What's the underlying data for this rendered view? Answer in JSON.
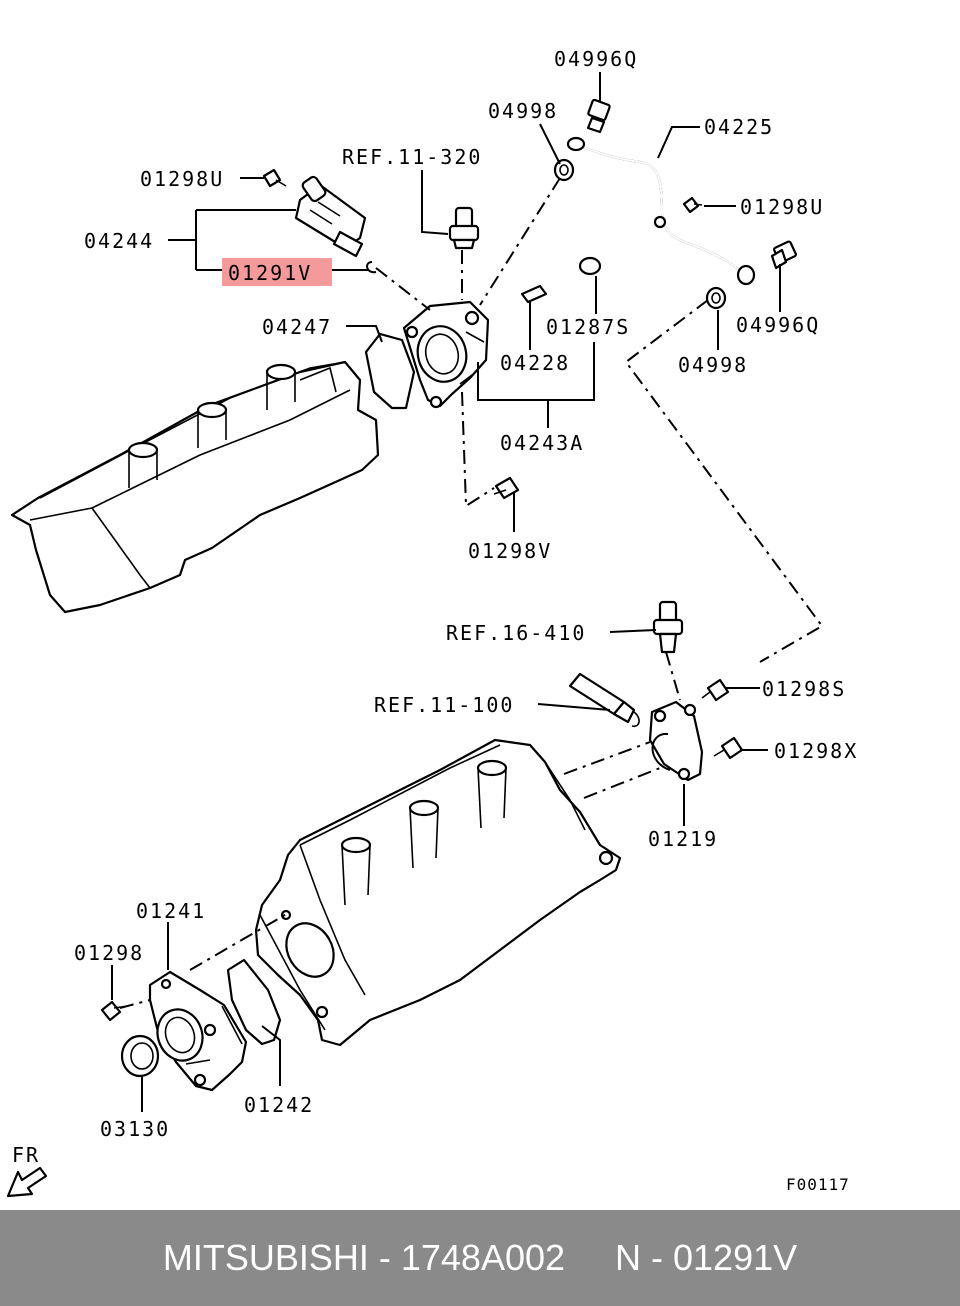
{
  "labels": {
    "p04996q_top": "04996Q",
    "p04998_top": "04998",
    "p04225": "04225",
    "ref_11_320": "REF.11-320",
    "p01298u_left": "01298U",
    "p01298u_right": "01298U",
    "p04244": "04244",
    "p01291v": "01291V",
    "p04996q_right": "04996Q",
    "p04247": "04247",
    "p01287s": "01287S",
    "p04228": "04228",
    "p04998_right": "04998",
    "p04243a": "04243A",
    "p01298v": "01298V",
    "ref_16_410": "REF.16-410",
    "p01298s": "01298S",
    "ref_11_100": "REF.11-100",
    "p01298x": "01298X",
    "p01219": "01219",
    "p01241": "01241",
    "p01298": "01298",
    "p01242": "01242",
    "p03130": "03130",
    "fr": "FR",
    "figure_code": "F00117"
  },
  "colors": {
    "highlight": "#f59a9a",
    "footer_bg": "#8a8a8a",
    "footer_text": "#ffffff"
  },
  "footer": {
    "text": "MITSUBISHI - 1748A002     N - 01291V"
  }
}
